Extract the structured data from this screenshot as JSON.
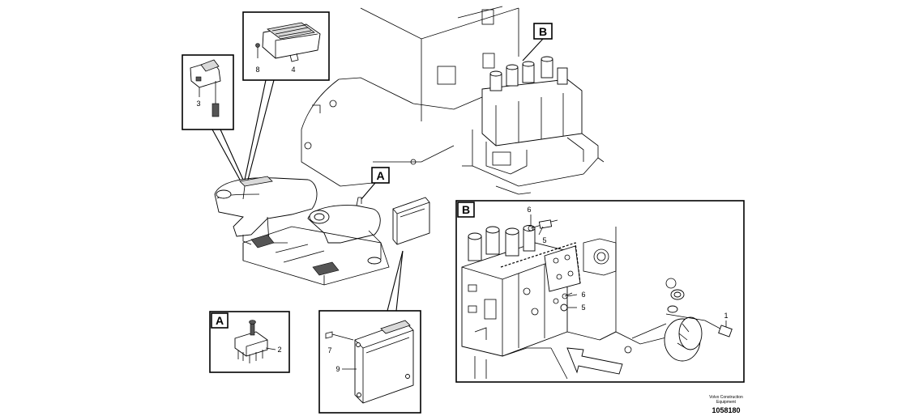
{
  "diagram": {
    "callouts": {
      "detail_a": "A",
      "detail_b": "B"
    },
    "part_numbers": {
      "p1": "1",
      "p2": "2",
      "p3": "3",
      "p4": "4",
      "p5a": "5",
      "p5b": "5",
      "p6a": "6",
      "p6b": "6",
      "p7": "7",
      "p8": "8",
      "p9": "9"
    },
    "credit_line1": "Volvo Construction",
    "credit_line2": "Equipment",
    "document_number": "1058180"
  }
}
